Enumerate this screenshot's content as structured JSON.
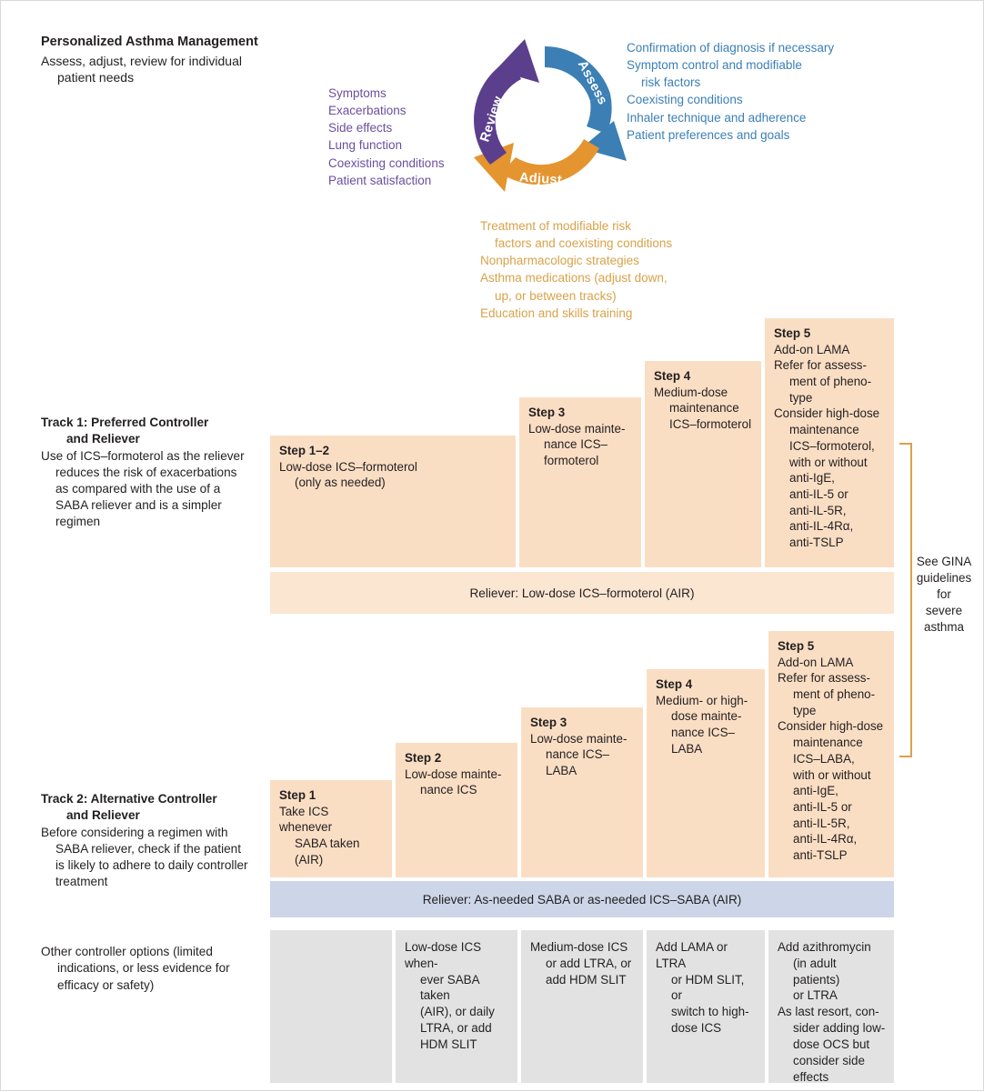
{
  "personalized": {
    "title": "Personalized Asthma Management",
    "subtitle_line1": "Assess, adjust, review for individual",
    "subtitle_line2": "patient needs"
  },
  "colors": {
    "review": "#6b4f9e",
    "assess": "#3b7fb5",
    "adjust": "#e4952f",
    "step_box": "#fadec4",
    "reliever_track1": "#fbe6d2",
    "reliever_track2": "#ccd6e8",
    "other_box": "#e2e2e2",
    "bracket": "#d9a24a"
  },
  "cycle": {
    "review_label": "Review",
    "assess_label": "Assess",
    "adjust_label": "Adjust"
  },
  "review_items": [
    "Symptoms",
    "Exacerbations",
    "Side effects",
    "Lung function",
    "Coexisting conditions",
    "Patient satisfaction"
  ],
  "assess_items": [
    "Confirmation of diagnosis if necessary",
    "Symptom control and modifiable",
    "risk factors",
    "Coexisting conditions",
    "Inhaler technique and adherence",
    "Patient preferences and goals"
  ],
  "adjust_items": [
    "Treatment of modifiable risk",
    "factors and coexisting conditions",
    "Nonpharmacologic strategies",
    "Asthma medications (adjust down,",
    "up, or between tracks)",
    "Education and skills training"
  ],
  "track1": {
    "heading_line1": "Track 1: Preferred Controller",
    "heading_line2": "and Reliever",
    "body_lines": [
      "Use of ICS–formoterol as the reliever",
      "reduces the risk of exacerbations",
      "as compared with the use of a",
      "SABA reliever and is a simpler",
      "regimen"
    ],
    "reliever": "Reliever: Low-dose ICS–formoterol (AIR)",
    "steps": [
      {
        "title": "Step 1–2",
        "lines": [
          "Low-dose ICS–formoterol",
          "(only as needed)"
        ],
        "indent": [
          false,
          true
        ]
      },
      {
        "title": "Step 3",
        "lines": [
          "Low-dose mainte-",
          "nance ICS–",
          "formoterol"
        ],
        "indent": [
          false,
          true,
          true
        ]
      },
      {
        "title": "Step 4",
        "lines": [
          "Medium-dose",
          "maintenance",
          "ICS–formoterol"
        ],
        "indent": [
          false,
          true,
          true
        ]
      },
      {
        "title": "Step 5",
        "lines": [
          "Add-on LAMA",
          "Refer for assess-",
          "ment of pheno-",
          "type",
          "Consider high-dose",
          "maintenance",
          "ICS–formoterol,",
          "with or without",
          "anti-IgE,",
          "anti-IL-5 or",
          "anti-IL-5R,",
          "anti-IL-4Rα,",
          "anti-TSLP"
        ],
        "indent": [
          false,
          false,
          true,
          true,
          false,
          true,
          true,
          true,
          true,
          true,
          true,
          true,
          true
        ]
      }
    ]
  },
  "track2": {
    "heading_line1": "Track 2: Alternative Controller",
    "heading_line2": "and Reliever",
    "body_lines": [
      "Before considering a regimen with",
      "SABA reliever, check if the patient",
      "is likely to adhere to daily controller",
      "treatment"
    ],
    "reliever": "Reliever: As-needed SABA or as-needed ICS–SABA (AIR)",
    "steps": [
      {
        "title": "Step 1",
        "lines": [
          "Take ICS whenever",
          "SABA taken (AIR)"
        ],
        "indent": [
          false,
          true
        ]
      },
      {
        "title": "Step 2",
        "lines": [
          "Low-dose mainte-",
          "nance ICS"
        ],
        "indent": [
          false,
          true
        ]
      },
      {
        "title": "Step 3",
        "lines": [
          "Low-dose mainte-",
          "nance ICS–LABA"
        ],
        "indent": [
          false,
          true
        ]
      },
      {
        "title": "Step 4",
        "lines": [
          "Medium- or high-",
          "dose mainte-",
          "nance ICS–LABA"
        ],
        "indent": [
          false,
          true,
          true
        ]
      },
      {
        "title": "Step 5",
        "lines": [
          "Add-on LAMA",
          "Refer for assess-",
          "ment of pheno-",
          "type",
          "Consider high-dose",
          "maintenance",
          "ICS–LABA,",
          "with or without",
          "anti-IgE,",
          "anti-IL-5 or",
          "anti-IL-5R,",
          "anti-IL-4Rα,",
          "anti-TSLP"
        ],
        "indent": [
          false,
          false,
          true,
          true,
          false,
          true,
          true,
          true,
          true,
          true,
          true,
          true,
          true
        ]
      }
    ]
  },
  "other_options": {
    "label_lines": [
      "Other controller options (limited",
      "indications, or less evidence for",
      "efficacy or safety)"
    ],
    "label_indent": [
      false,
      true,
      true
    ],
    "cells": [
      {
        "lines": [],
        "indent": []
      },
      {
        "lines": [
          "Low-dose ICS when-",
          "ever SABA taken",
          "(AIR), or daily",
          "LTRA, or add",
          "HDM SLIT"
        ],
        "indent": [
          false,
          true,
          true,
          true,
          true
        ]
      },
      {
        "lines": [
          "Medium-dose ICS",
          "or add LTRA, or",
          "add HDM SLIT"
        ],
        "indent": [
          false,
          true,
          true
        ]
      },
      {
        "lines": [
          "Add LAMA or LTRA",
          "or HDM SLIT, or",
          "switch to high-",
          "dose ICS"
        ],
        "indent": [
          false,
          true,
          true,
          true
        ]
      },
      {
        "lines": [
          "Add azithromycin",
          "(in adult patients)",
          "or LTRA",
          "As last resort, con-",
          "sider adding low-",
          "dose OCS but",
          "consider side",
          "effects"
        ],
        "indent": [
          false,
          true,
          true,
          false,
          true,
          true,
          true,
          true
        ]
      }
    ]
  },
  "gina_note": {
    "lines": [
      "See GINA",
      "guidelines",
      "for",
      "severe",
      "asthma"
    ]
  }
}
